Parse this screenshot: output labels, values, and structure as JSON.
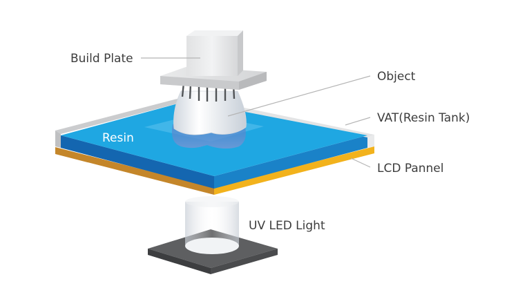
{
  "labels": {
    "build_plate": "Build Plate",
    "object": "Object",
    "vat": "VAT(Resin Tank)",
    "resin": "Resin",
    "lcd": "LCD Pannel",
    "uv_light": "UV LED Light"
  },
  "colors": {
    "resin_top": "#1fa7e2",
    "resin_front": "#1a82c8",
    "resin_side": "#1466b0",
    "lcd_front": "#f2b21c",
    "lcd_side": "#c4862a",
    "vat_wall": "#d8d9db",
    "build_plate": "#e6e7e8",
    "object": "#f4f5f7",
    "led_top": "#5e5f61",
    "led_side": "#3d3e40",
    "label_text": "#3c3c3c",
    "leader_line": "#b4b4b4"
  }
}
